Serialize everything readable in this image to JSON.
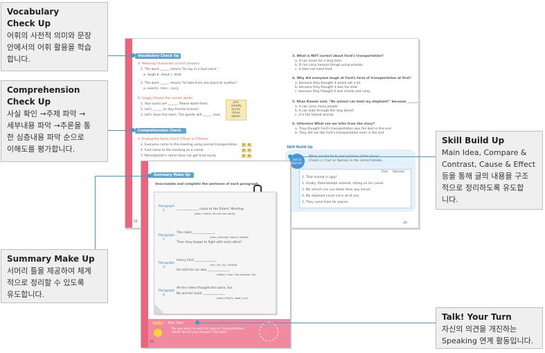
{
  "callouts": {
    "vocab": {
      "title1": "Vocabulary",
      "title2": "Check Up",
      "body": [
        "어휘의 사전적 의미와 문장",
        "안에서의 어휘 활용을 학습",
        "합니다."
      ]
    },
    "comp": {
      "title1": "Comprehension",
      "title2": "Check Up",
      "body": [
        "사실 확인 →주제 파악 →",
        "세부내용 파악 →추론을 통",
        "한 심층내용 파악 순으로",
        "이해도를 평가합니다."
      ]
    },
    "summary": {
      "title": "Summary Make Up",
      "body": [
        "서머리 틀을 제공하여 체계",
        "적으로 정리할 수 있도록",
        "유도합니다."
      ]
    },
    "skill": {
      "title": "Skill Build Up",
      "body": [
        "Main Idea, Compare &",
        "Contrast, Cause & Effect",
        "등을 통해 글의 내용을 구조",
        "적으로 정리하도록 유도합",
        "니다."
      ]
    },
    "talk": {
      "title": "Talk! Your Turn",
      "body": [
        "자신의 의견을 개진하는",
        "Speaking 연계 활동입니다."
      ]
    }
  },
  "book": {
    "vocab_header": "Vocabulary Check Up",
    "a_label": "A. Meaning  Choose the correct answers.",
    "a_q1": "1. The word ______ means \"to say in a loud voice.\"",
    "a_q1_opts": "a. laugh          b. shout          c. beat",
    "a_q2": "2. The word ______ means \"to take from one place to another.\"",
    "a_q2_opts": "a. need          b. ride          c. carry",
    "b_label": "B. Usage  Choose the correct words.",
    "b_q1": "1. Your socks are ______. Please wash them.",
    "b_q2": "2. Let's ______ to stay friends forever!",
    "b_q3": "3. Let's clean the room. The guests will ______ soon.",
    "b_box": [
      "yell",
      "smelly",
      "arrive",
      "drive",
      "agree"
    ],
    "comp_header": "Comprehension Check Up",
    "c_label": "A. Finding the Facts  Check T(True) or F(False).",
    "c_q1": "1. Everyone came to the meeting using animal transportation.",
    "c_q2": "2. Ford came to the meeting on a camel.",
    "c_q3": "3. Rahmatullah's camel does not get tired easily.",
    "tf_t": "T",
    "tf_f": "F",
    "page_left": "28",
    "r_q3": "3. What is NOT correct about Ford's transportation?",
    "r_q3_opts": [
      "a. It can move for a long time.",
      "b. It can carry heavier things using animals.",
      "c. It does not need food."
    ],
    "r_q4": "4. Why did everyone laugh at Ford's form of transportation at first?",
    "r_q4_opts": [
      "a. because they thought it would eat a lot",
      "b. because they thought it was too slow",
      "c. because they thought it was smelly and noisy"
    ],
    "r_q5": "5. Khan Kasem said, \"No animal can beat my elephant!\" because ______.",
    "r_q5_opts": [
      "a. it can carry many people",
      "b. it can walk through the long desert",
      "c. it is the fastest animal"
    ],
    "r_q6": "6. Inference  What can we infer from the story?",
    "r_q6_opts": [
      "a. They thought Ford's transportation was the best in the end.",
      "b. They did not like Ford's transportation even in the end."
    ],
    "skill_badge": "Skill Build Up",
    "skill_circle": "Fact & Opinion",
    "skill_q": "What are the facts and opinions of the story?",
    "skill_q2": "Check (✓) Fact or Opinion in the correct blanks.",
    "skill_col_fact": "Fact",
    "skill_col_opinion": "Opinion",
    "skill_rows": [
      "1. That animal is ugly!",
      "2. Finally, Rahmatullah entered, sitting on his camel.",
      "3. My ostrich can run faster than any horse!",
      "4. My elephant could carry all of you.",
      "5. They come from far places."
    ],
    "page_right": "29",
    "summary_header": "Summary Make Up",
    "summary_instr": "Unscramble and complete the sentence of each paragraph.",
    "para_label": "Paragraph",
    "para_nums": [
      "1",
      "2",
      "3",
      "4"
    ],
    "s_p1": "______________ came to the Riders' Meeting.",
    "s_p1_hint": "(from / riders / all over the world)",
    "s_p2a": "The riders ______________",
    "s_p2_hint": "(from / animals / about / talked)",
    "s_p2b": "Then they began to fight with each other!",
    "s_p3a": "Henry Ford ______________",
    "s_p3_hint1": "(car / his / to / arrived)",
    "s_p3b": "He said his car was ______________",
    "s_p3_hint2": "(better / than / the animals / all)",
    "s_p4a": "All the riders thought the same, too.",
    "s_p4b": "No animal could ______________",
    "s_p4_hint": "(Henry Ford's / beat / car)",
    "talk_badge": "Talk!",
    "talk_title": "Your Turn",
    "talk_q": "Do you want to use this type of transportation, which would you choose? And why?",
    "page_bottom": "30"
  }
}
